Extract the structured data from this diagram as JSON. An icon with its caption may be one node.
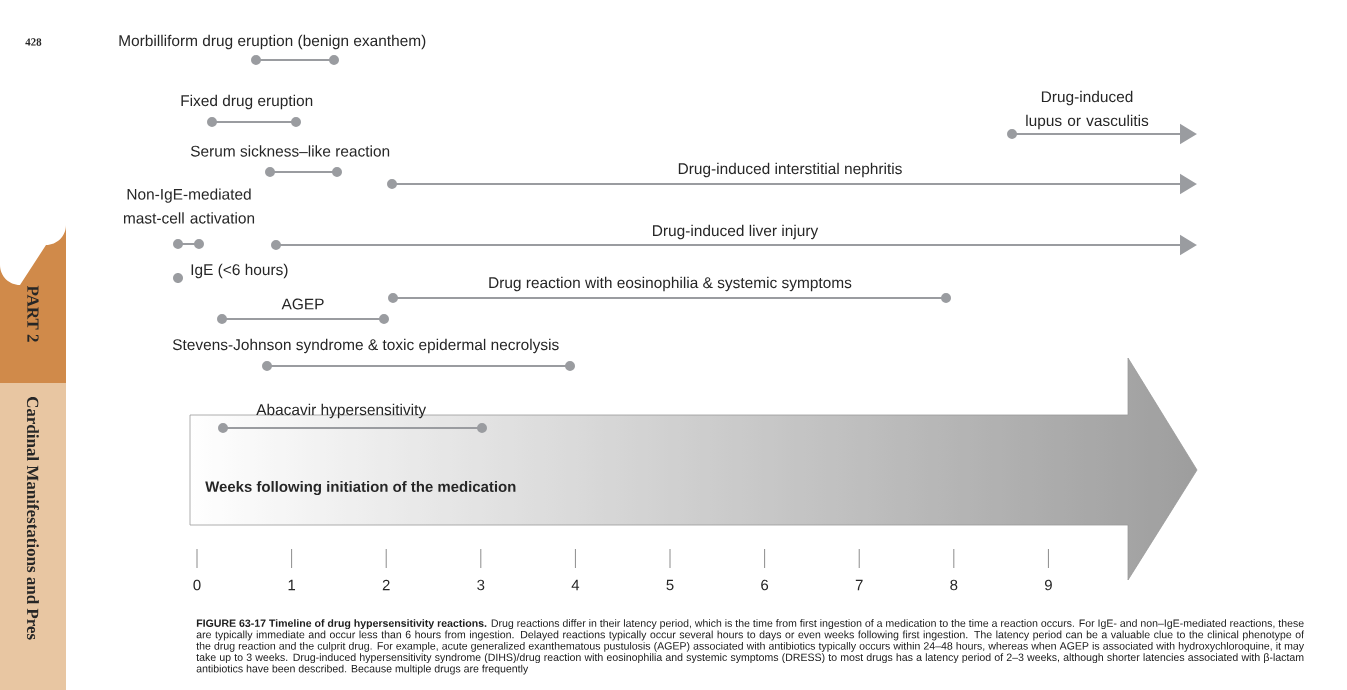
{
  "diagram": {
    "caption": "**FIGURE 63-17 Timeline of drug hypersensitivity reactions.** Drug reactions differ in their latency period, which is the time from first ingestion of a medication to the time a reaction occurs. For IgE- and non–IgE-mediated reactions, these are typically immediate and occur less than 6 hours from ingestion. Delayed reactions typically occur several hours to days or even weeks following first ingestion. The latency period can be a valuable clue to the clinical phenotype of the drug reaction and the culprit drug. For example, acute generalized exanthematous pustulosis (AGEP) associated with antibiotics typically occurs within 24–48 hours, whereas when AGEP is associated with hydroxychloroquine, it may take up to 3 weeks. Drug-induced hypersensitivity syndrome (DIHS)/drug reaction with eosinophilia and systemic symptoms (DRESS) to most drugs has a latency period of 2–3 weeks, although shorter latencies associated with β-lactam antibiotics have been described. Because multiple drugs are frequently",
    "labels": [
      "428",
      "Morbilliform drug eruption (benign exanthem)",
      "Fixed drug eruption",
      "Drug-induced lupus or vasculitis",
      "Serum sickness–like reaction",
      "Drug-induced interstitial nephritis",
      "Non-IgE-mediated mast-cell activation",
      "Drug-induced liver injury",
      "IgE (<6 hours)",
      "Drug reaction with eosinophilia & systemic symptoms",
      "AGEP",
      "Stevens-Johnson syndrome & toxic epidermal necrolysis",
      "Abacavir hypersensitivity",
      "Weeks following initiation of the medication",
      "0",
      "1",
      "2",
      "3",
      "4",
      "5",
      "6",
      "7",
      "8",
      "9",
      "PART 2",
      "Cardinal Manifestations and Pres"
    ]
  }
}
